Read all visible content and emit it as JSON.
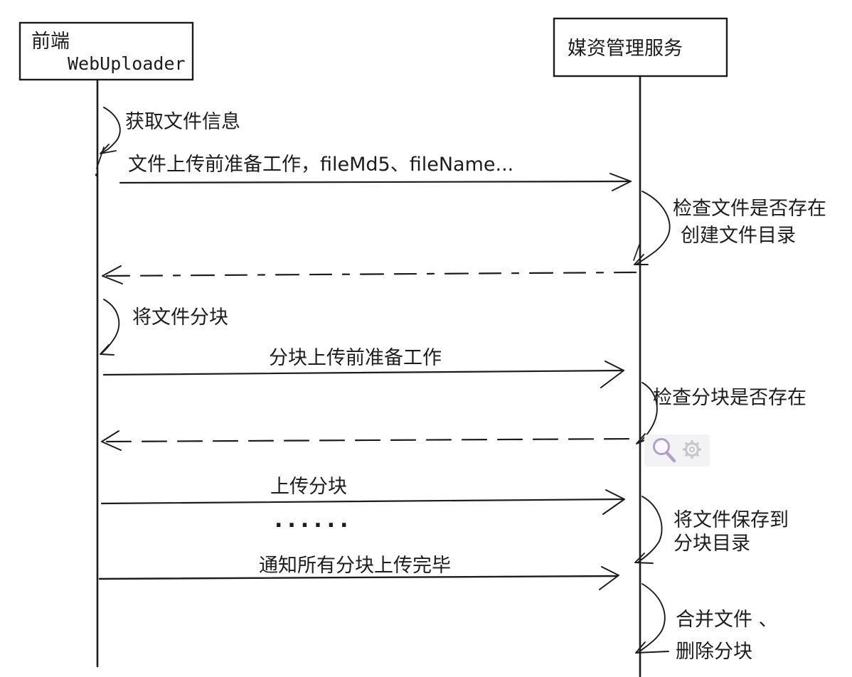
{
  "actors": {
    "frontend": {
      "line1": "前端",
      "line2": "WebUploader"
    },
    "media_service": {
      "name": "媒资管理服务"
    }
  },
  "messages": {
    "get_file_info": "获取文件信息",
    "prepare_file_upload": "文件上传前准备工作，fileMd5、fileName...",
    "check_file_exists": "检查文件是否存在",
    "create_file_dir": "创建文件目录",
    "chunk_file": "将文件分块",
    "prepare_chunk_upload": "分块上传前准备工作",
    "check_chunk_exists": "检查分块是否存在",
    "upload_chunk": "上传分块",
    "ellipsis": "......",
    "notify_all_chunks_uploaded": "通知所有分块上传完毕",
    "save_file_to": "将文件保存到",
    "chunk_dir": "分块目录",
    "merge_files": "合并文件 、",
    "delete_chunks": "删除分块"
  },
  "toolbar": {
    "icons": [
      {
        "name": "magnifier-icon"
      },
      {
        "name": "gear-icon"
      }
    ]
  },
  "colors": {
    "stroke": "#1c1c1c",
    "background": "#ffffff",
    "toolbar_bg": "#f3f2f4",
    "magnifier": "#b0a0c6",
    "gear": "#c6c6c6"
  }
}
